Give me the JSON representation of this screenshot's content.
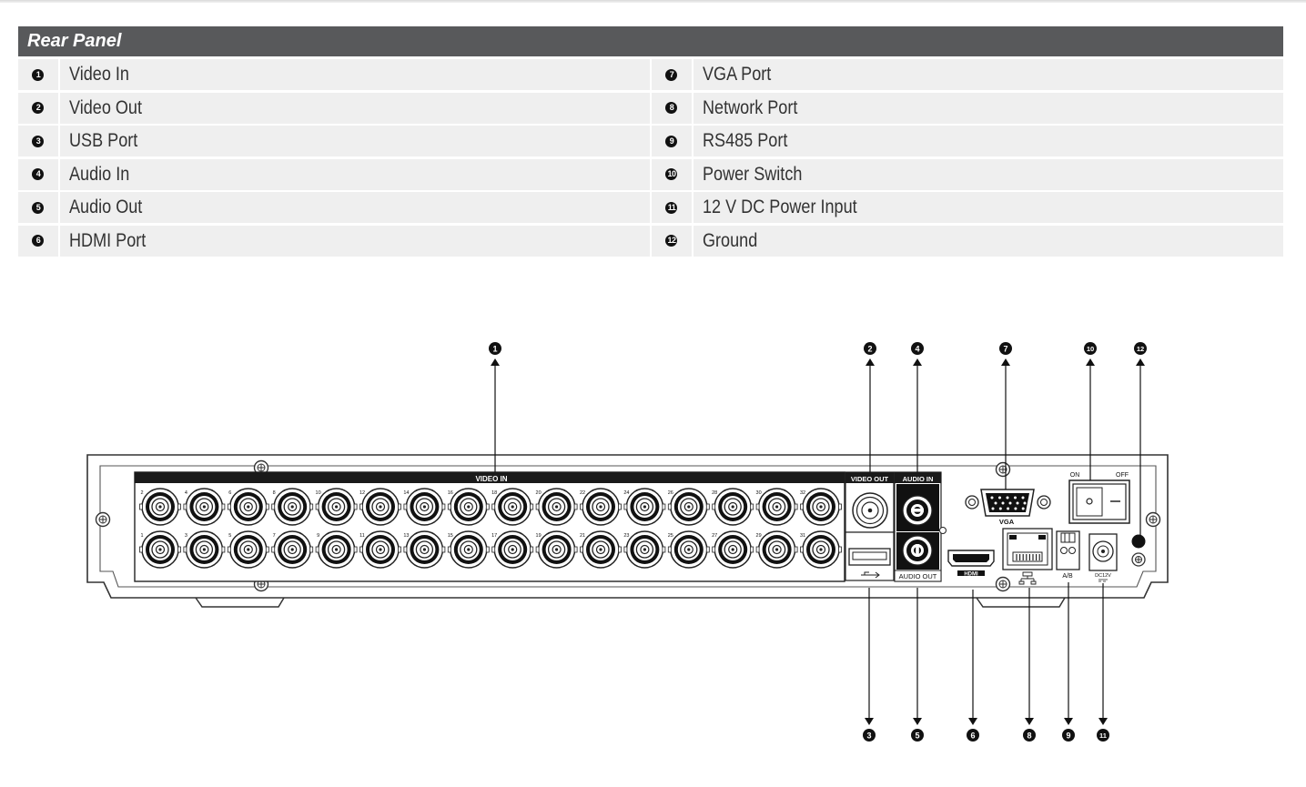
{
  "header": {
    "title": "Rear Panel"
  },
  "legend": {
    "left": [
      {
        "num": "1",
        "label": "Video In"
      },
      {
        "num": "2",
        "label": "Video Out"
      },
      {
        "num": "3",
        "label": "USB Port"
      },
      {
        "num": "4",
        "label": "Audio In"
      },
      {
        "num": "5",
        "label": "Audio Out"
      },
      {
        "num": "6",
        "label": "HDMI Port"
      }
    ],
    "right": [
      {
        "num": "7",
        "label": "VGA Port"
      },
      {
        "num": "8",
        "label": "Network Port"
      },
      {
        "num": "9",
        "label": "RS485 Port"
      },
      {
        "num": "10",
        "label": "Power Switch"
      },
      {
        "num": "11",
        "label": "12 V DC Power Input"
      },
      {
        "num": "12",
        "label": "Ground"
      }
    ]
  },
  "device": {
    "video_in_label": "VIDEO IN",
    "video_out_label": "VIDEO OUT",
    "audio_in_label": "AUDIO IN",
    "audio_out_label": "AUDIO OUT",
    "vga_label": "VGA",
    "hdmi_label": "HDMI",
    "on_label": "ON",
    "off_label": "OFF",
    "ab_label": "A/B",
    "dc_label": "DC12V",
    "top_channels": [
      "2",
      "4",
      "6",
      "8",
      "10",
      "12",
      "14",
      "16",
      "18",
      "20",
      "22",
      "24",
      "26",
      "28",
      "30",
      "32"
    ],
    "bottom_channels": [
      "1",
      "3",
      "5",
      "7",
      "9",
      "11",
      "13",
      "15",
      "17",
      "19",
      "21",
      "23",
      "25",
      "27",
      "29",
      "31"
    ]
  },
  "callouts": {
    "top": [
      "1",
      "2",
      "4",
      "7",
      "10",
      "12"
    ],
    "bottom": [
      "3",
      "5",
      "6",
      "8",
      "9",
      "11"
    ]
  }
}
